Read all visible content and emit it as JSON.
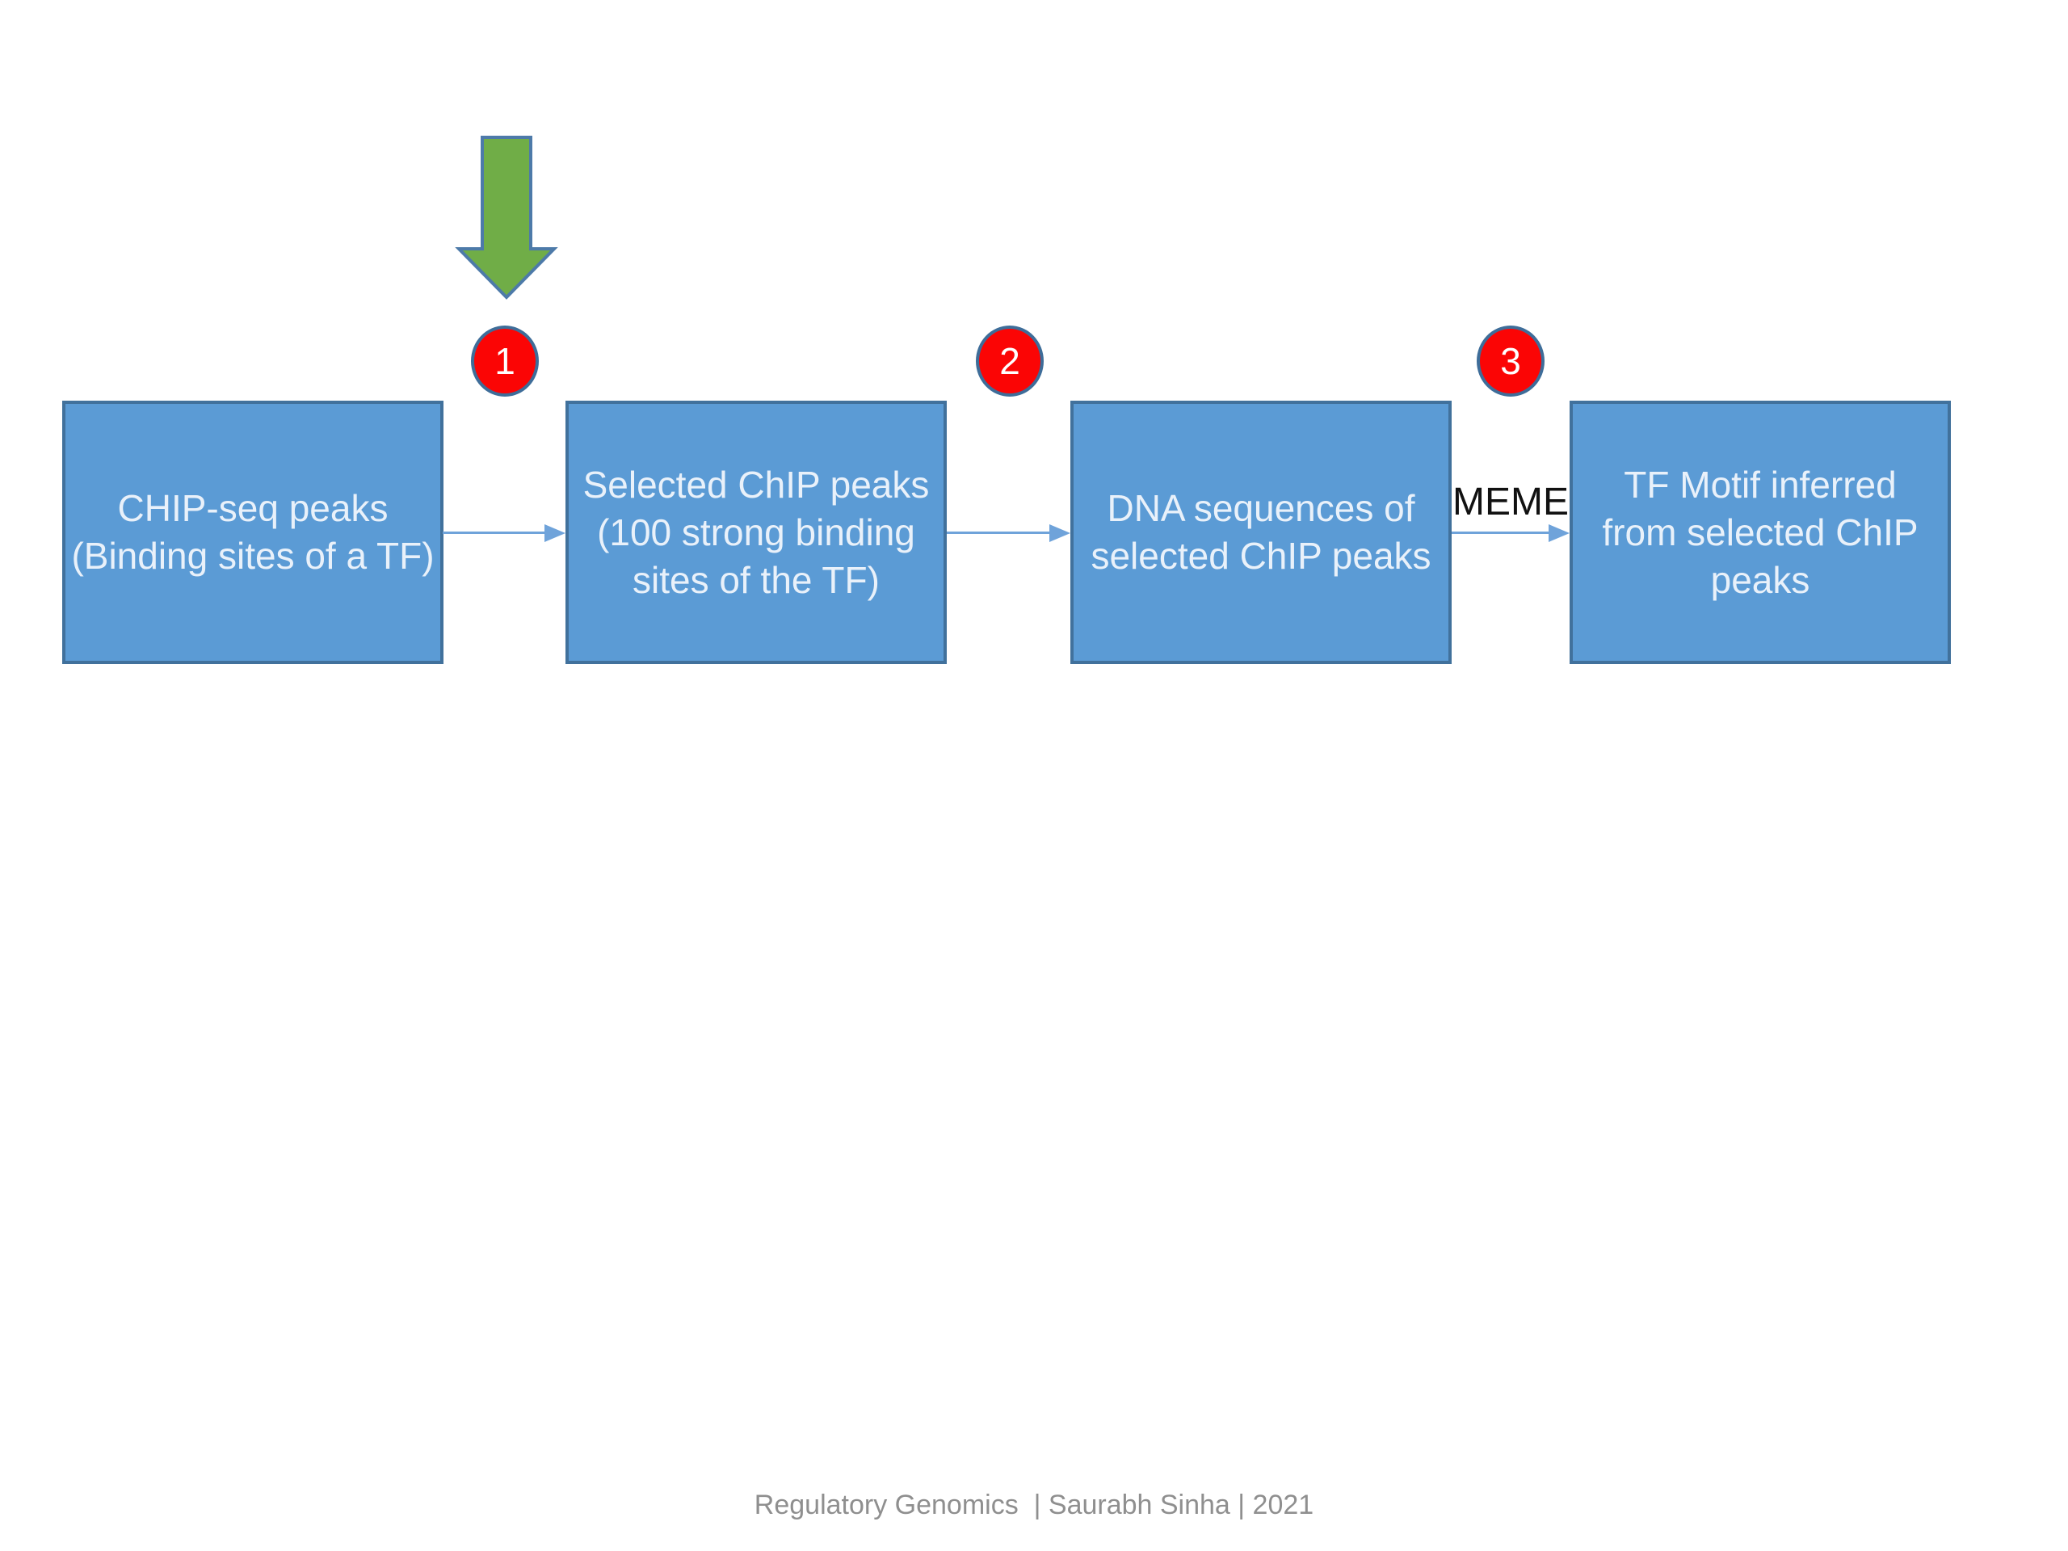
{
  "slide": {
    "background": "#ffffff",
    "footer": {
      "text": "Regulatory Genomics  | Saurabh Sinha | 2021",
      "color": "#8f8f8f"
    }
  },
  "colors": {
    "box_fill": "#5b9bd5",
    "box_border": "#41719c",
    "box_text": "#e9f1fa",
    "connector_arrow": "#6fa3da",
    "step_badge_fill": "#fb0505",
    "step_badge_border": "#3e6d99",
    "step_badge_text": "#ffffff",
    "big_arrow_fill": "#70ad47",
    "big_arrow_border": "#4d7aa9",
    "tool_label_color": "#111111"
  },
  "flow": {
    "boxes": [
      {
        "label": "CHIP-seq peaks\n(Binding sites of a TF)"
      },
      {
        "label": "Selected ChIP peaks\n(100 strong binding\nsites of the TF)"
      },
      {
        "label": "DNA sequences of\nselected ChIP peaks"
      },
      {
        "label": "TF Motif inferred\nfrom selected ChIP\npeaks"
      }
    ],
    "steps": [
      {
        "number": "1"
      },
      {
        "number": "2"
      },
      {
        "number": "3"
      }
    ],
    "tool_label": "MEME"
  }
}
